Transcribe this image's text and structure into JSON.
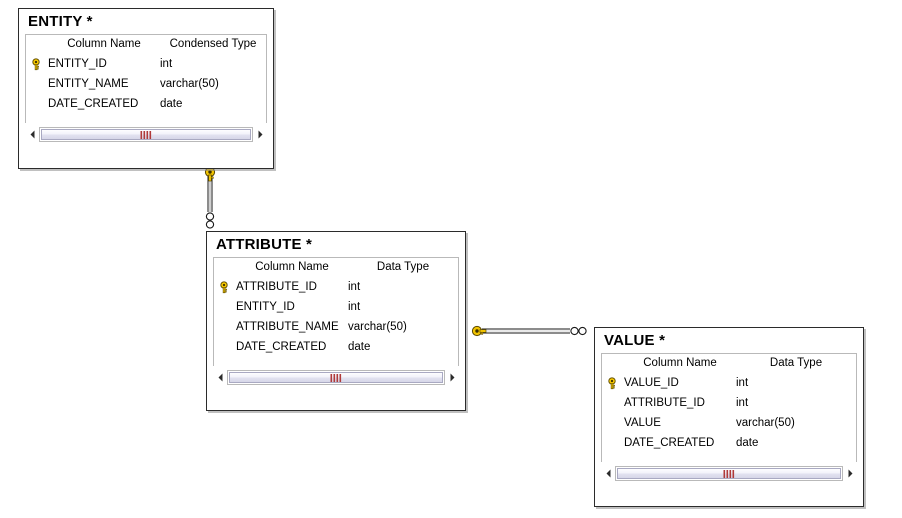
{
  "diagram": {
    "title": "Entity-Attribute-Value database model diagram",
    "background_color": "#ffffff",
    "key_icon_color": "#ffd700",
    "border_color": "#2b2b2b"
  },
  "tables": [
    {
      "id": "entity",
      "name": "ENTITY *",
      "headers": {
        "key": "",
        "column_name": "Column Name",
        "type": "Condensed Type"
      },
      "rows": [
        {
          "key": "primary-key-icon",
          "column_name": "ENTITY_ID",
          "type": "int"
        },
        {
          "key": "",
          "column_name": "ENTITY_NAME",
          "type": "varchar(50)"
        },
        {
          "key": "",
          "column_name": "DATE_CREATED",
          "type": "date"
        }
      ],
      "scrollbar": {
        "left_arrow": "scroll-left-icon",
        "right_arrow": "scroll-right-icon",
        "grip": "scroll-grip"
      }
    },
    {
      "id": "attribute",
      "name": "ATTRIBUTE *",
      "headers": {
        "key": "",
        "column_name": "Column Name",
        "type": "Data Type"
      },
      "rows": [
        {
          "key": "primary-key-icon",
          "column_name": "ATTRIBUTE_ID",
          "type": "int"
        },
        {
          "key": "",
          "column_name": "ENTITY_ID",
          "type": "int"
        },
        {
          "key": "",
          "column_name": "ATTRIBUTE_NAME",
          "type": "varchar(50)"
        },
        {
          "key": "",
          "column_name": "DATE_CREATED",
          "type": "date"
        }
      ],
      "scrollbar": {
        "left_arrow": "scroll-left-icon",
        "right_arrow": "scroll-right-icon",
        "grip": "scroll-grip"
      }
    },
    {
      "id": "value",
      "name": "VALUE *",
      "headers": {
        "key": "",
        "column_name": "Column Name",
        "type": "Data Type"
      },
      "rows": [
        {
          "key": "primary-key-icon",
          "column_name": "VALUE_ID",
          "type": "int"
        },
        {
          "key": "",
          "column_name": "ATTRIBUTE_ID",
          "type": "int"
        },
        {
          "key": "",
          "column_name": "VALUE",
          "type": "varchar(50)"
        },
        {
          "key": "",
          "column_name": "DATE_CREATED",
          "type": "date"
        }
      ],
      "scrollbar": {
        "left_arrow": "scroll-left-icon",
        "right_arrow": "scroll-right-icon",
        "grip": "scroll-grip"
      }
    }
  ],
  "relationships": [
    {
      "id": "entity-to-attribute",
      "from_table": "ENTITY *",
      "to_table": "ATTRIBUTE *",
      "from_notation": "one-key",
      "to_notation": "zero-or-many"
    },
    {
      "id": "attribute-to-value",
      "from_table": "ATTRIBUTE *",
      "to_table": "VALUE *",
      "from_notation": "one-key",
      "to_notation": "zero-or-many"
    }
  ]
}
